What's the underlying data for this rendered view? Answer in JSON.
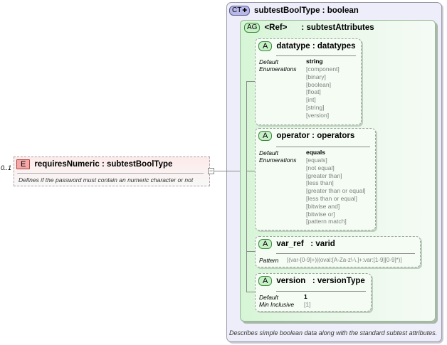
{
  "complex_type": {
    "badge": "CT",
    "title": "subtestBoolType : boolean",
    "description": "Describes simple boolean data along with the standard subtest attributes."
  },
  "attribute_group": {
    "badge": "AG",
    "ref_label": "<Ref>",
    "name": ": subtestAttributes"
  },
  "attributes": {
    "datatype": {
      "badge": "A",
      "title": "datatype : datatypes",
      "labels": [
        "Default",
        "Enumerations"
      ],
      "default": "string",
      "enumerations": [
        "[component]",
        "[binary]",
        "[boolean]",
        "[float]",
        "[int]",
        "[string]",
        "[version]"
      ]
    },
    "operator": {
      "badge": "A",
      "title": "operator : operators",
      "labels": [
        "Default",
        "Enumerations"
      ],
      "default": "equals",
      "enumerations": [
        "[equals]",
        "[not equal]",
        "[greater than]",
        "[less than]",
        "[greater than or equal]",
        "[less than or equal]",
        "[bitwise and]",
        "[bitwise or]",
        "[pattern match]"
      ]
    },
    "var_ref": {
      "badge": "A",
      "title": "var_ref   : varid",
      "label": "Pattern",
      "pattern": "[(var-[0-9]+)|(oval:[A-Za-z\\-\\.]+:var:[1-9][0-9]*)]"
    },
    "version": {
      "badge": "A",
      "title": "version   : versionType",
      "labels": [
        "Default",
        "Min Inclusive"
      ],
      "default": "1",
      "min_inclusive": "[1]"
    }
  },
  "element": {
    "badge": "E",
    "title": "requiresNumeric : subtestBoolType",
    "description": "Defines if the password must contain an numeric character or not",
    "cardinality": "0..1"
  },
  "connector_symbol": "−",
  "ct_symbol": "✚"
}
